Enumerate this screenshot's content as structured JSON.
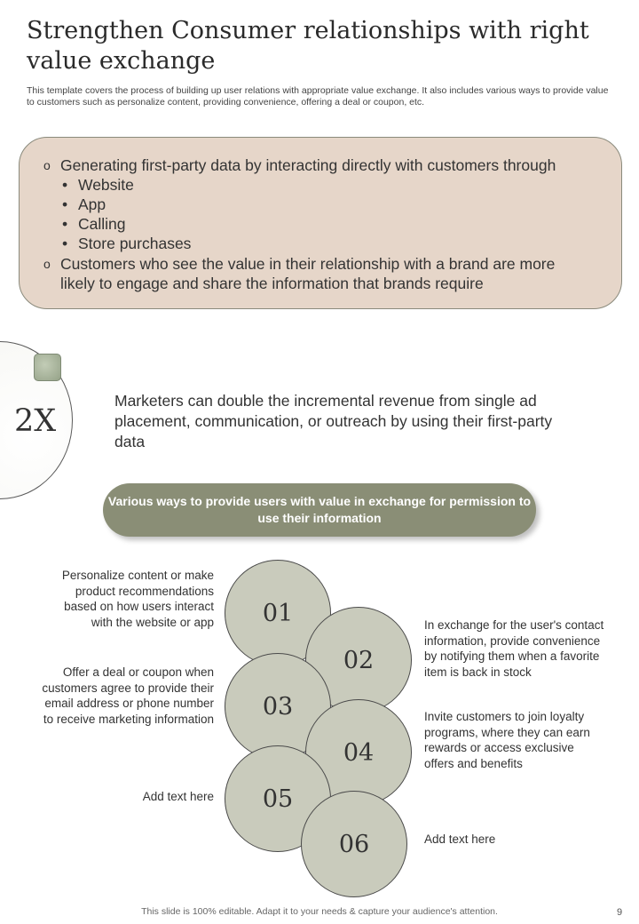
{
  "page": {
    "title": "Strengthen Consumer relationships with right value exchange",
    "subtitle": "This template covers the process of building up user relations with appropriate value exchange. It also includes various ways to provide value to customers such as personalize content, providing convenience, offering a deal or coupon, etc."
  },
  "box": {
    "bullet_mark": "o",
    "sub_mark": "•",
    "point1": "Generating first-party data by interacting directly with customers through",
    "subpoints": [
      "Website",
      "App",
      "Calling",
      "Store purchases"
    ],
    "point2": "Customers who see the value in their relationship with a brand are more likely to engage and share the information that brands require"
  },
  "stat": {
    "value": "2X",
    "text": "Marketers can double the incremental revenue from single ad placement, communication, or outreach by using their first-party data"
  },
  "banner": {
    "text": "Various ways to provide users with value in exchange for permission to use their information"
  },
  "ways": [
    {
      "number": "01",
      "text": "Personalize content or make product recommendations based on how users interact with the website or app"
    },
    {
      "number": "02",
      "text": "In exchange for the user's contact information, provide convenience by notifying them when a favorite item is back in stock"
    },
    {
      "number": "03",
      "text": "Offer a deal or coupon when customers agree to provide their email address or phone number to receive marketing information"
    },
    {
      "number": "04",
      "text": "Invite customers to join loyalty programs, where they can earn rewards or access exclusive offers and benefits"
    },
    {
      "number": "05",
      "text": "Add text here"
    },
    {
      "number": "06",
      "text": "Add text here"
    }
  ],
  "footer": {
    "note": "This slide is 100% editable. Adapt it to your needs & capture your audience's attention.",
    "page_number": "9"
  },
  "colors": {
    "box_fill": "#e6d6c9",
    "banner_fill": "#8a8e76",
    "circle_fill": "#c9cbbc",
    "square_fill": "#95a288"
  }
}
